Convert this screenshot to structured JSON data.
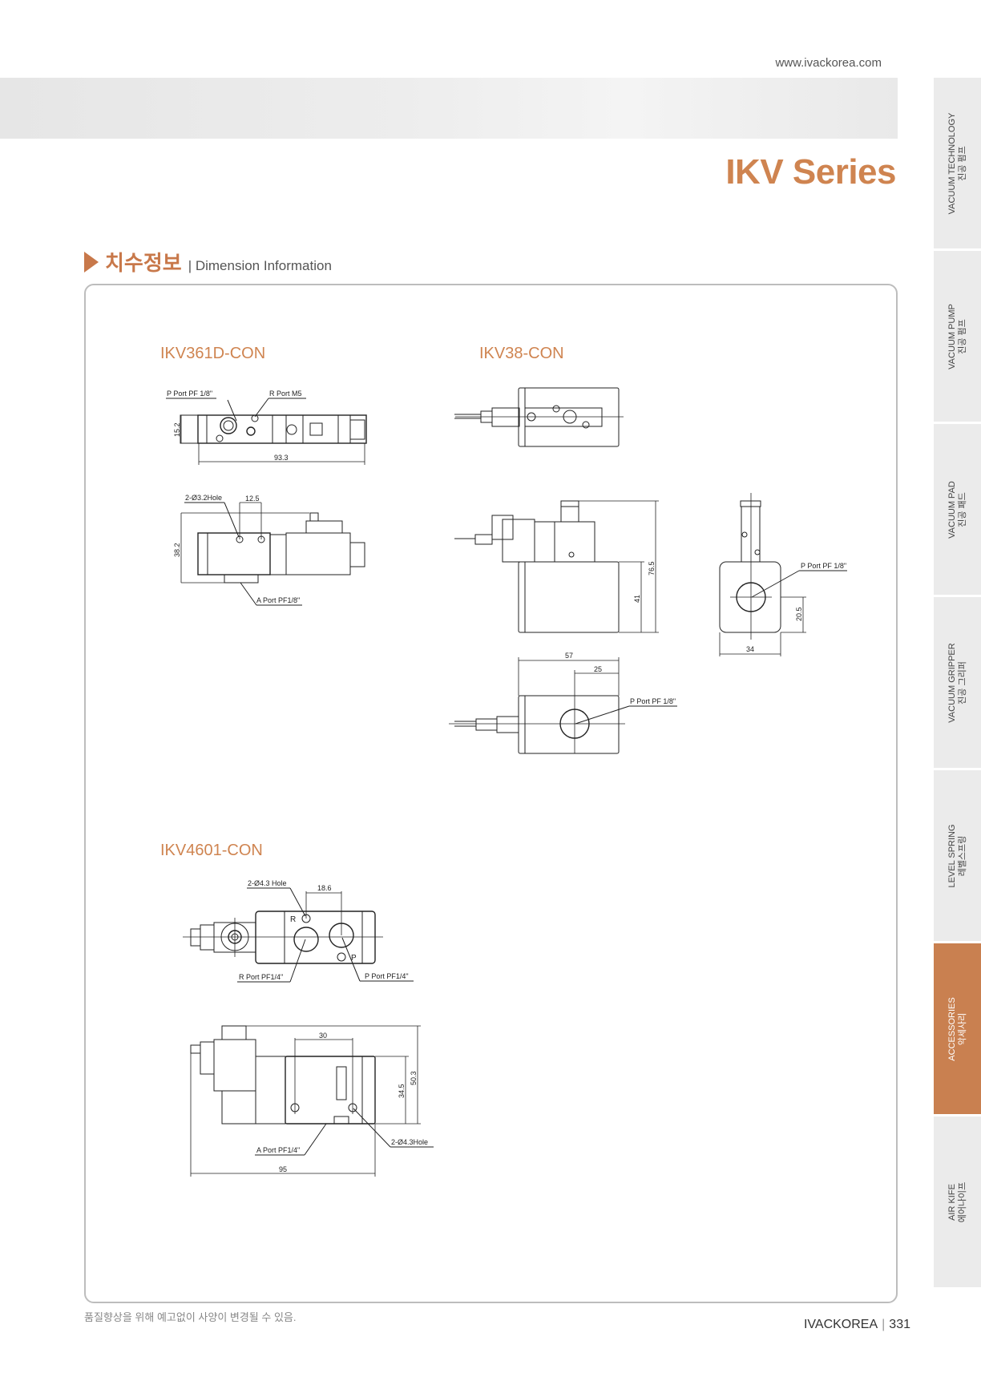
{
  "header": {
    "url": "www.ivackorea.com",
    "title": "IKV Series"
  },
  "section": {
    "title_ko": "치수정보",
    "title_en": "| Dimension Information"
  },
  "side_tabs": [
    {
      "en": "VACUUM TECHNOLOGY",
      "ko": "진공 펌프",
      "active": false
    },
    {
      "en": "VACUUM PUMP",
      "ko": "진공 펌프",
      "active": false
    },
    {
      "en": "VACUUM PAD",
      "ko": "진공 패드",
      "active": false
    },
    {
      "en": "VACUUM GRIPPER",
      "ko": "진공 그리퍼",
      "active": false
    },
    {
      "en": "LEVEL SPRING",
      "ko": "레벨스프링",
      "active": false
    },
    {
      "en": "ACCESSORIES",
      "ko": "악세사리",
      "active": true
    },
    {
      "en": "AIR KIFE",
      "ko": "에어나이프",
      "active": false
    }
  ],
  "drawings": {
    "ikv361": {
      "title": "IKV361D-CON",
      "p_port": "P Port PF 1/8\"",
      "r_port": "R Port M5",
      "dim_height_top": "15.2",
      "dim_length": "93.3",
      "hole": "2-Ø3.2Hole",
      "dim_hole_pitch": "12.5",
      "dim_height_side": "38.2",
      "a_port": "A Port PF1/8\""
    },
    "ikv38": {
      "title": "IKV38-CON",
      "dim_total_height": "76.5",
      "dim_block_height": "41",
      "p_port_side": "P Port PF 1/8\"",
      "dim_width": "34",
      "dim_port_height": "20.5",
      "dim_length": "57",
      "dim_port_offset": "25",
      "p_port_bottom": "P Port PF 1/8\""
    },
    "ikv4601": {
      "title": "IKV4601-CON",
      "hole_top": "2-Ø4.3 Hole",
      "dim_hole_pitch": "18.6",
      "r_mark": "R",
      "p_mark": "P",
      "r_port": "R Port PF1/4\"",
      "p_port": "P Port PF1/4\"",
      "dim_30": "30",
      "dim_height_body": "34.5",
      "dim_height_total": "50.3",
      "a_port": "A Port PF1/4\"",
      "hole_side": "2-Ø4.3Hole",
      "dim_length": "95"
    }
  },
  "footer": {
    "note": "품질향상을 위해 예고없이 사양이 변경될 수 있음.",
    "brand": "IVACKOREA",
    "page": "331"
  },
  "colors": {
    "accent": "#c98050",
    "title": "#cf8450"
  }
}
